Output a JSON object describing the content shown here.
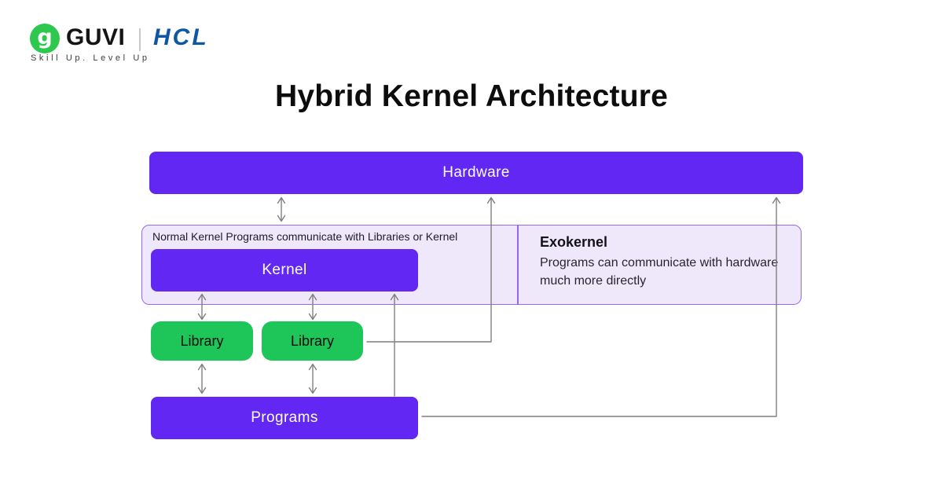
{
  "brand": {
    "guvi_icon_letter": "g",
    "guvi_label": "GUVI",
    "partner_label": "HCL",
    "tagline": "Skill Up. Level Up"
  },
  "title": "Hybrid Kernel Architecture",
  "diagram": {
    "hardware_label": "Hardware",
    "panel_note": "Normal Kernel Programs communicate with Libraries or Kernel",
    "kernel_label": "Kernel",
    "exokernel_title": "Exokernel",
    "exokernel_body": "Programs can communicate with hardware much more directly",
    "library1_label": "Library",
    "library2_label": "Library",
    "programs_label": "Programs"
  },
  "colors": {
    "accent_purple": "#6227F3",
    "accent_green": "#1EC558",
    "panel_background": "#EFE8FB",
    "panel_border": "#9668F0",
    "arrow_gray": "#7f7f7f",
    "guvi_icon_green": "#2DC84D",
    "hcl_blue": "#0E57A5"
  }
}
